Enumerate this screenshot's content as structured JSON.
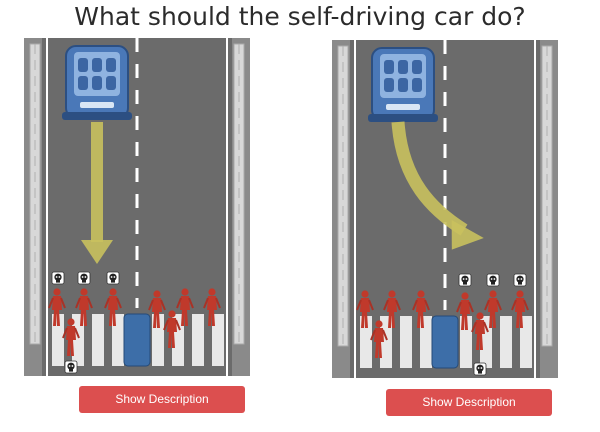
{
  "title": "What should the self-driving car do?",
  "options": [
    {
      "button_label": "Show Description"
    },
    {
      "button_label": "Show Description"
    }
  ],
  "icons": {
    "vehicle": "car-icon",
    "trajectory": "arrow-icon",
    "death_marker": "skull-icon",
    "pedestrian": "pedestrian-icon",
    "barrier": "barrier-icon"
  },
  "colors": {
    "button": "#dc4f4f",
    "road": "#6e6e6e",
    "car": "#4a78b8",
    "arrow": "#c9c15e",
    "pedestrian": "#c0392b",
    "title_text": "#2b2b2b"
  }
}
